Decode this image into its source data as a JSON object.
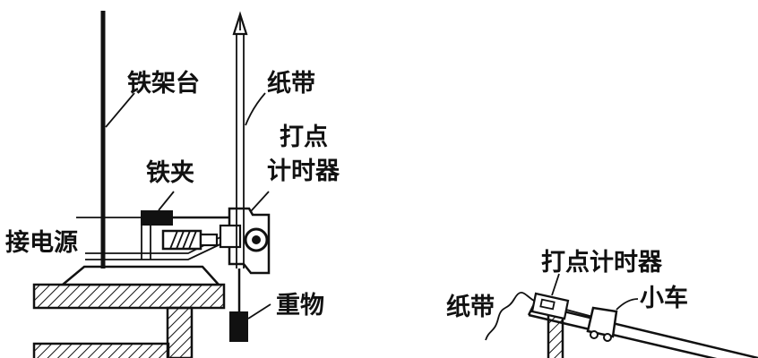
{
  "left_diagram": {
    "labels": {
      "stand": "铁架台",
      "tape": "纸带",
      "timer_line1": "打点",
      "timer_line2": "计时器",
      "clamp": "铁夹",
      "power": "接电源",
      "weight": "重物"
    }
  },
  "right_diagram": {
    "labels": {
      "timer": "打点计时器",
      "tape": "纸带",
      "cart": "小车"
    }
  }
}
